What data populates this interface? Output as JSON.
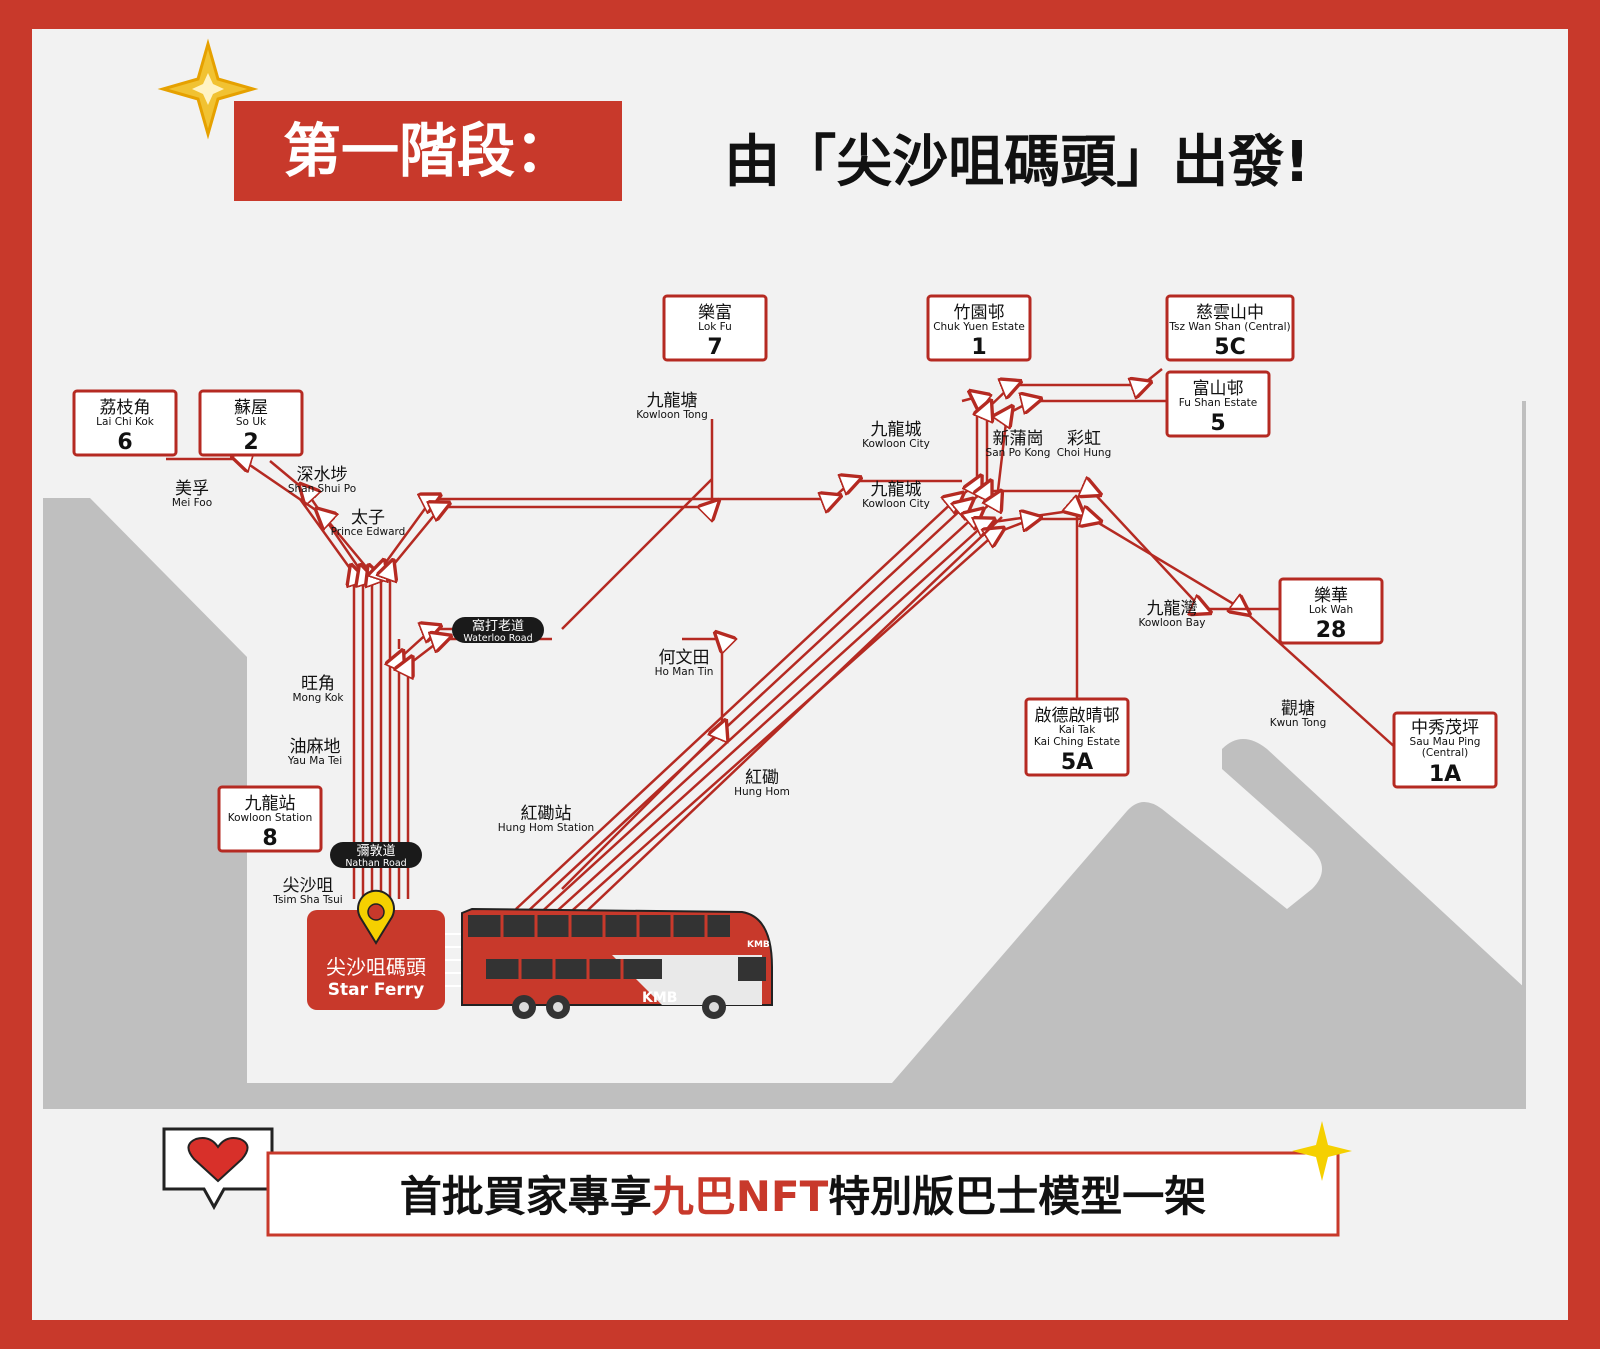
{
  "header": {
    "stage_label": "第一階段：",
    "title": "由「尖沙咀碼頭」出發!"
  },
  "origin": {
    "name_cn": "尖沙咀碼頭",
    "name_en": "Star Ferry"
  },
  "destinations": [
    {
      "id": "lai-chi-kok",
      "cn": "荔枝角",
      "en": "Lai Chi Kok",
      "route": "6"
    },
    {
      "id": "so-uk",
      "cn": "蘇屋",
      "en": "So Uk",
      "route": "2"
    },
    {
      "id": "lok-fu",
      "cn": "樂富",
      "en": "Lok Fu",
      "route": "7"
    },
    {
      "id": "chuk-yuen",
      "cn": "竹園邨",
      "en": "Chuk Yuen Estate",
      "route": "1"
    },
    {
      "id": "tsz-wan-shan",
      "cn": "慈雲山中",
      "en": "Tsz Wan Shan (Central)",
      "route": "5C"
    },
    {
      "id": "fu-shan",
      "cn": "富山邨",
      "en": "Fu Shan Estate",
      "route": "5"
    },
    {
      "id": "lok-wah",
      "cn": "樂華",
      "en": "Lok Wah",
      "route": "28"
    },
    {
      "id": "kai-tak",
      "cn": "啟德啟晴邨",
      "en": "Kai Tak",
      "en2": "Kai Ching Estate",
      "route": "5A"
    },
    {
      "id": "sau-mau-ping",
      "cn": "中秀茂坪",
      "en": "Sau Mau Ping",
      "en2": "(Central)",
      "route": "1A"
    },
    {
      "id": "kowloon-station",
      "cn": "九龍站",
      "en": "Kowloon Station",
      "route": "8"
    }
  ],
  "stops": [
    {
      "id": "mei-foo",
      "cn": "美孚",
      "en": "Mei Foo"
    },
    {
      "id": "sham-shui-po",
      "cn": "深水埗",
      "en": "Shan Shui Po"
    },
    {
      "id": "prince-edward",
      "cn": "太子",
      "en": "Prince Edward"
    },
    {
      "id": "kowloon-tong",
      "cn": "九龍塘",
      "en": "Kowloon Tong"
    },
    {
      "id": "kowloon-city-1",
      "cn": "九龍城",
      "en": "Kowloon City"
    },
    {
      "id": "kowloon-city-2",
      "cn": "九龍城",
      "en": "Kowloon City"
    },
    {
      "id": "san-po-kong",
      "cn": "新蒲崗",
      "en": "San Po Kong"
    },
    {
      "id": "choi-hung",
      "cn": "彩虹",
      "en": "Choi Hung"
    },
    {
      "id": "kowloon-bay",
      "cn": "九龍灣",
      "en": "Kowloon Bay"
    },
    {
      "id": "kwun-tong",
      "cn": "觀塘",
      "en": "Kwun Tong"
    },
    {
      "id": "mong-kok",
      "cn": "旺角",
      "en": "Mong Kok"
    },
    {
      "id": "yau-ma-tei",
      "cn": "油麻地",
      "en": "Yau Ma Tei"
    },
    {
      "id": "tsim-sha-tsui",
      "cn": "尖沙咀",
      "en": "Tsim Sha Tsui"
    },
    {
      "id": "ho-man-tin",
      "cn": "何文田",
      "en": "Ho Man Tin"
    },
    {
      "id": "hung-hom",
      "cn": "紅磡",
      "en": "Hung Hom"
    },
    {
      "id": "hung-hom-station",
      "cn": "紅磡站",
      "en": "Hung Hom Station"
    }
  ],
  "road_labels": [
    {
      "id": "waterloo-road",
      "cn": "窩打老道",
      "en": "Waterloo Road"
    },
    {
      "id": "nathan-road",
      "cn": "彌敦道",
      "en": "Nathan Road"
    }
  ],
  "bus": {
    "logo": "KMB"
  },
  "footer": {
    "text_part1": "首批買家專享",
    "text_highlight1": "九巴",
    "text_highlight2": "NFT",
    "text_part2": "特別版巴士模型一架"
  },
  "colors": {
    "brand_red": "#c8392b",
    "route_red": "#b52a22",
    "land_gray": "#bfbfbf"
  }
}
